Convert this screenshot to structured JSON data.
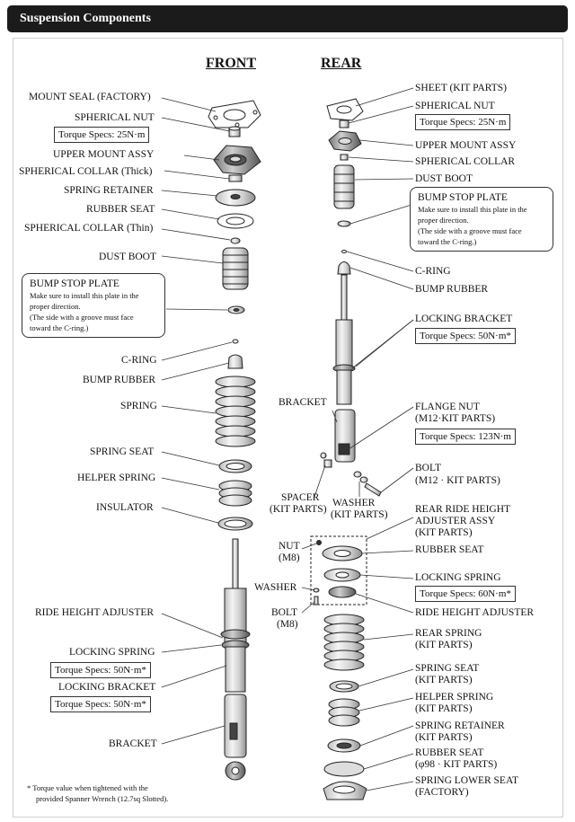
{
  "header": {
    "title": "Suspension Components"
  },
  "columns": {
    "front": "FRONT",
    "rear": "REAR"
  },
  "front": {
    "mount_seal": "MOUNT SEAL (FACTORY)",
    "spherical_nut": "SPHERICAL NUT",
    "spherical_nut_torque": "Torque Specs: 25N·m",
    "upper_mount": "UPPER MOUNT ASSY",
    "collar_thick": "SPHERICAL COLLAR (Thick)",
    "spring_retainer": "SPRING RETAINER",
    "rubber_seat": "RUBBER SEAT",
    "collar_thin": "SPHERICAL COLLAR (Thin)",
    "dust_boot": "DUST BOOT",
    "bump_stop": {
      "title": "BUMP STOP PLATE",
      "line1": "Make sure to install this plate in the",
      "line2": "proper direction.",
      "line3": "(The side with a groove must face",
      "line4": "toward the C-ring.)"
    },
    "c_ring": "C-RING",
    "bump_rubber": "BUMP RUBBER",
    "spring": "SPRING",
    "spring_seat": "SPRING SEAT",
    "helper_spring": "HELPER SPRING",
    "insulator": "INSULATOR",
    "ride_height_adjuster": "RIDE HEIGHT ADJUSTER",
    "locking_spring": "LOCKING SPRING",
    "locking_spring_torque": "Torque Specs: 50N·m*",
    "locking_bracket": "LOCKING BRACKET",
    "locking_bracket_torque": "Torque Specs: 50N·m*",
    "bracket": "BRACKET"
  },
  "rear": {
    "sheet": "SHEET (KIT PARTS)",
    "spherical_nut": "SPHERICAL NUT",
    "spherical_nut_torque": "Torque Specs: 25N·m",
    "upper_mount": "UPPER MOUNT ASSY",
    "spherical_collar": "SPHERICAL COLLAR",
    "dust_boot": "DUST BOOT",
    "bump_stop": {
      "title": "BUMP STOP PLATE",
      "line1": "Make sure to install this plate in the",
      "line2": "proper direction.",
      "line3": "(The side with a groove must face",
      "line4": "toward the C-ring.)"
    },
    "c_ring": "C-RING",
    "bump_rubber": "BUMP RUBBER",
    "locking_bracket": "LOCKING BRACKET",
    "locking_bracket_torque": "Torque Specs: 50N·m*",
    "bracket": "BRACKET",
    "flange_nut": "FLANGE NUT",
    "flange_nut_sub": "(M12·KIT PARTS)",
    "flange_nut_torque": "Torque Specs: 123N·m",
    "bolt": "BOLT",
    "bolt_sub": "(M12 · KIT PARTS)",
    "spacer": "SPACER",
    "spacer_sub": "(KIT PARTS)",
    "washer_kit": "WASHER",
    "washer_kit_sub": "(KIT PARTS)",
    "adjuster_assy_1": "REAR RIDE HEIGHT",
    "adjuster_assy_2": "ADJUSTER ASSY",
    "adjuster_assy_3": "(KIT PARTS)",
    "nut": "NUT",
    "nut_sub": "(M8)",
    "rubber_seat": "RUBBER SEAT",
    "washer": "WASHER",
    "locking_spring": "LOCKING SPRING",
    "locking_spring_torque": "Torque Specs: 60N·m*",
    "bolt_m8": "BOLT",
    "bolt_m8_sub": "(M8)",
    "ride_height_adjuster": "RIDE HEIGHT ADJUSTER",
    "rear_spring": "REAR SPRING",
    "rear_spring_sub": "(KIT PARTS)",
    "spring_seat": "SPRING SEAT",
    "spring_seat_sub": "(KIT PARTS)",
    "helper_spring": "HELPER SPRING",
    "helper_spring_sub": "(KIT PARTS)",
    "spring_retainer": "SPRING RETAINER",
    "spring_retainer_sub": "(KIT PARTS)",
    "rubber_seat_2": "RUBBER SEAT",
    "rubber_seat_2_sub": "(φ98 · KIT PARTS)",
    "spring_lower_seat": "SPRING LOWER SEAT",
    "spring_lower_seat_sub": "(FACTORY)"
  },
  "footnote": {
    "line1": "* Torque value when tightened with the",
    "line2": "provided Spanner Wrench (12.7sq Slotted)."
  }
}
